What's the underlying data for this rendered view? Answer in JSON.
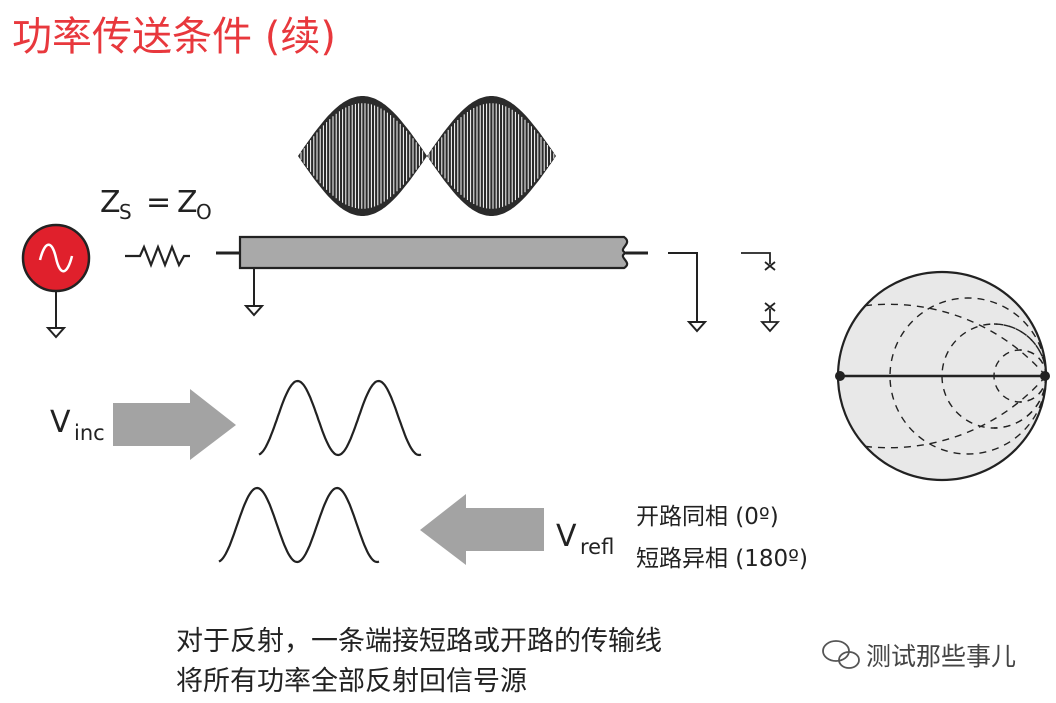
{
  "slide": {
    "title": "功率传送条件 (续)",
    "title_color": "#e8383d"
  },
  "labels": {
    "zs_main": "Z",
    "zs_sub": "S",
    "equals": "=",
    "zo_main": "Z",
    "zo_sub": "O",
    "vinc_main": "V",
    "vinc_sub": "inc",
    "vrefl_main": "V",
    "vrefl_sub": "refl",
    "open_circuit": "开路同相 (0º)",
    "short_circuit": "短路异相 (180º)"
  },
  "caption": {
    "line1": "对于反射，一条端接短路或开路的传输线",
    "line2": "将所有功率全部反射回信号源"
  },
  "watermark": {
    "text": "测试那些事儿",
    "icon": "wechat-icon"
  },
  "colors": {
    "source": "#e0202c",
    "cable": "#a9a9a9",
    "arrow": "#a3a3a3",
    "smith_fill": "#e8e8e8"
  }
}
